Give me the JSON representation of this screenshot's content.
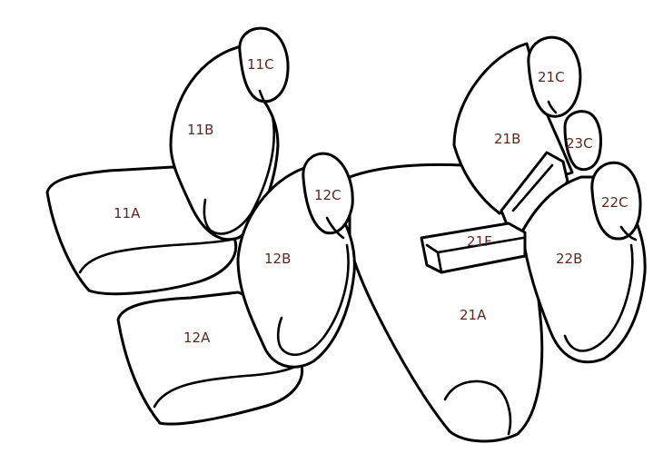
{
  "labels": {
    "seat_11A": "11A",
    "seat_11B": "11B",
    "seat_11C": "11C",
    "seat_12A": "12A",
    "seat_12B": "12B",
    "seat_12C": "12C",
    "seat_21A": "21A",
    "seat_21B": "21B",
    "seat_21C": "21C",
    "seat_21F": "21F",
    "seat_22B": "22B",
    "seat_22C": "22C",
    "seat_23C": "23C"
  },
  "colors": {
    "line": "#000000",
    "label_text": "#5a2a22",
    "background": "#ffffff"
  }
}
